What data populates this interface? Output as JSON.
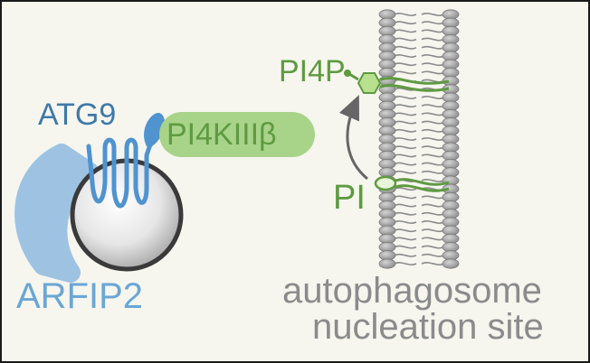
{
  "labels": {
    "atg9": "ATG9",
    "arfip2": "ARFIP2",
    "pi4k": "PI4KIIIβ",
    "pi4p": "PI4P",
    "pi": "PI",
    "site_line1": "autophagosome",
    "site_line2": "nucleation site"
  },
  "colors": {
    "atg9": "#4f93cf",
    "atg9_text": "#3f79a8",
    "arfip2": "#9ec3e2",
    "arfip2_text": "#6aa7d6",
    "pi4k_fill": "#a8d48a",
    "lipid_green": "#5f9a41",
    "membrane_gray": "#8b8b8b",
    "background": "#f6f6ef"
  }
}
